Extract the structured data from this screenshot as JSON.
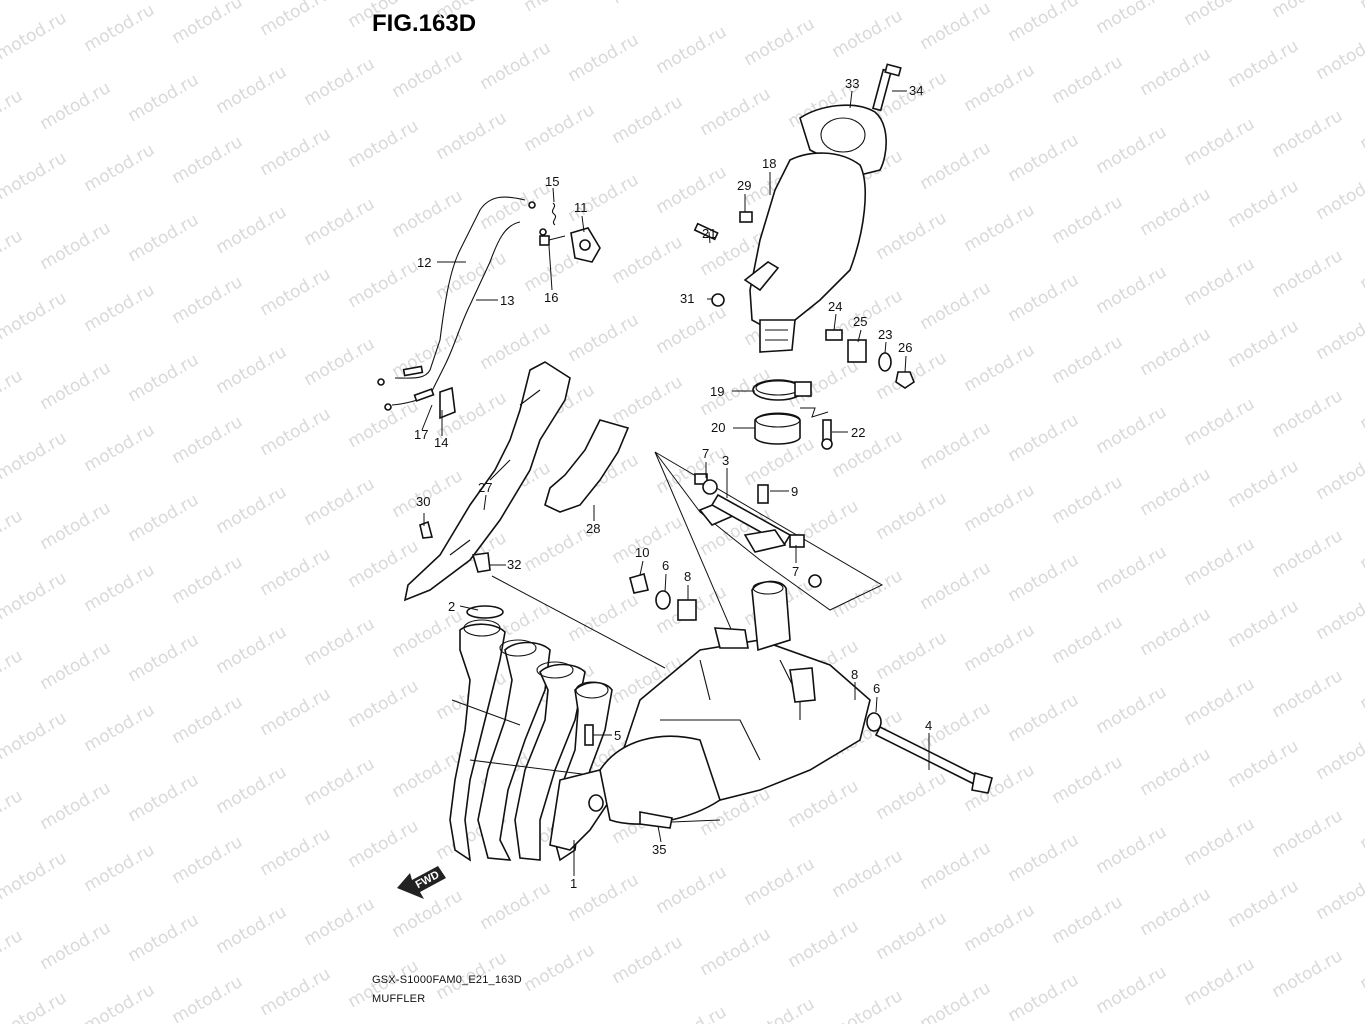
{
  "figure": {
    "title": "FIG.163D"
  },
  "footer": {
    "model_code": "GSX-S1000FAM0_E21_163D",
    "section_name": "MUFFLER"
  },
  "watermark": {
    "text": "motod.ru"
  },
  "fwd_badge": {
    "label": "FWD"
  },
  "callouts": [
    {
      "id": "c1",
      "label": "1"
    },
    {
      "id": "c2",
      "label": "2"
    },
    {
      "id": "c3",
      "label": "3"
    },
    {
      "id": "c4",
      "label": "4"
    },
    {
      "id": "c5",
      "label": "5"
    },
    {
      "id": "c6a",
      "label": "6"
    },
    {
      "id": "c6b",
      "label": "6"
    },
    {
      "id": "c7a",
      "label": "7"
    },
    {
      "id": "c7b",
      "label": "7"
    },
    {
      "id": "c8a",
      "label": "8"
    },
    {
      "id": "c8b",
      "label": "8"
    },
    {
      "id": "c9",
      "label": "9"
    },
    {
      "id": "c10",
      "label": "10"
    },
    {
      "id": "c11",
      "label": "11"
    },
    {
      "id": "c12",
      "label": "12"
    },
    {
      "id": "c13",
      "label": "13"
    },
    {
      "id": "c14",
      "label": "14"
    },
    {
      "id": "c15",
      "label": "15"
    },
    {
      "id": "c16",
      "label": "16"
    },
    {
      "id": "c17",
      "label": "17"
    },
    {
      "id": "c18",
      "label": "18"
    },
    {
      "id": "c19",
      "label": "19"
    },
    {
      "id": "c20",
      "label": "20"
    },
    {
      "id": "c21",
      "label": "21"
    },
    {
      "id": "c22",
      "label": "22"
    },
    {
      "id": "c23",
      "label": "23"
    },
    {
      "id": "c24",
      "label": "24"
    },
    {
      "id": "c25",
      "label": "25"
    },
    {
      "id": "c26",
      "label": "26"
    },
    {
      "id": "c27",
      "label": "27"
    },
    {
      "id": "c28",
      "label": "28"
    },
    {
      "id": "c29",
      "label": "29"
    },
    {
      "id": "c30",
      "label": "30"
    },
    {
      "id": "c31",
      "label": "31"
    },
    {
      "id": "c32",
      "label": "32"
    },
    {
      "id": "c33",
      "label": "33"
    },
    {
      "id": "c34",
      "label": "34"
    },
    {
      "id": "c35",
      "label": "35"
    }
  ]
}
